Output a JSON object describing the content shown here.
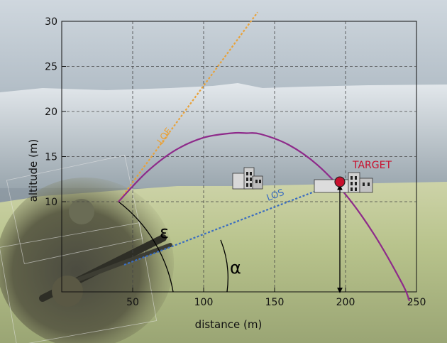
{
  "chart_data": {
    "type": "line",
    "xlabel": "distance (m)",
    "ylabel": "altitude (m)",
    "xlim": [
      0,
      250
    ],
    "ylim": [
      0,
      30
    ],
    "x_ticks": [
      50,
      100,
      150,
      200,
      250
    ],
    "y_ticks": [
      10,
      15,
      20,
      25,
      30
    ],
    "grid": true,
    "series": [
      {
        "name": "",
        "kind": "trajectory",
        "color": "#8e2a8a",
        "x": [
          40,
          60,
          80,
          100,
          120,
          130,
          140,
          160,
          180,
          200,
          220,
          240,
          245
        ],
        "y": [
          10,
          13.3,
          15.7,
          17.1,
          17.6,
          17.6,
          17.5,
          16.3,
          14.1,
          10.8,
          6.4,
          0.9,
          -1
        ]
      }
    ],
    "lines": [
      {
        "label": "LOF",
        "color": "#e8a23a",
        "from": [
          40,
          10
        ],
        "to": [
          138,
          31
        ]
      },
      {
        "label": "LOS",
        "color": "#3a6dc0",
        "from": [
          44,
          3
        ],
        "to": [
          196,
          12.2
        ]
      }
    ],
    "angles": [
      {
        "label": "ε",
        "vertex": [
          40,
          10
        ]
      },
      {
        "label": "α",
        "vertex": [
          44,
          3
        ]
      }
    ],
    "target": {
      "label": "TARGET",
      "x": 196,
      "y": 12.2,
      "color": "#c8102e"
    },
    "height_arrow": {
      "x": 196,
      "from": 0,
      "to": 11.6
    }
  }
}
